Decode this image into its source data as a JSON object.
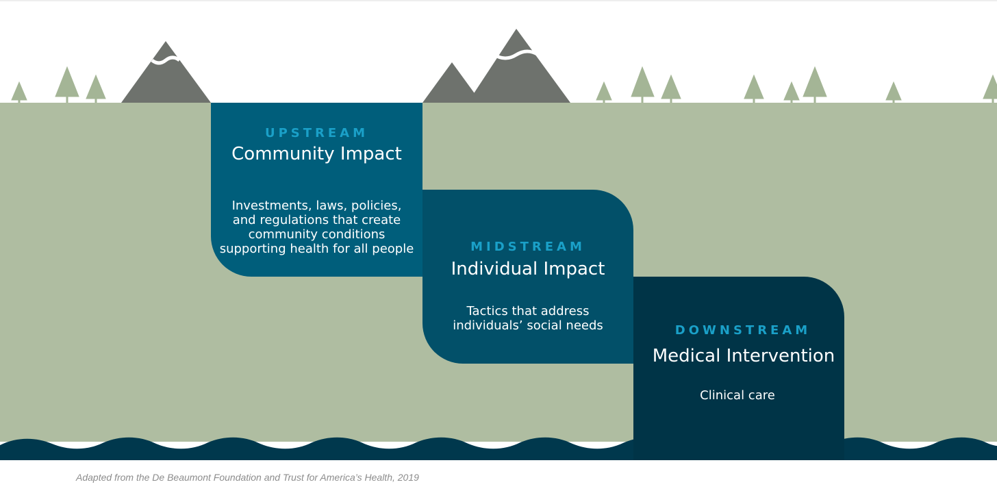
{
  "stages": {
    "upstream": {
      "level": "UPSTREAM",
      "title": "Community Impact",
      "description_lines": [
        "Investments, laws, policies,",
        "and regulations that create",
        "community conditions",
        "supporting health for all people"
      ]
    },
    "midstream": {
      "level": "MIDSTREAM",
      "title": "Individual Impact",
      "description_lines": [
        "Tactics that address",
        "individuals’ social needs"
      ]
    },
    "downstream": {
      "level": "DOWNSTREAM",
      "title": "Medical Intervention",
      "description_lines": [
        "Clinical care"
      ]
    }
  },
  "caption": "Adapted from the De Beaumont Foundation and Trust for America’s Health, 2019",
  "colors": {
    "ground": "#afbda1",
    "mountain": "#6e726d",
    "tree": "#a4b596",
    "upstream": "#005e7b",
    "midstream": "#025069",
    "downstream": "#003447",
    "water": "#00384d",
    "accent": "#1aa0c8"
  }
}
